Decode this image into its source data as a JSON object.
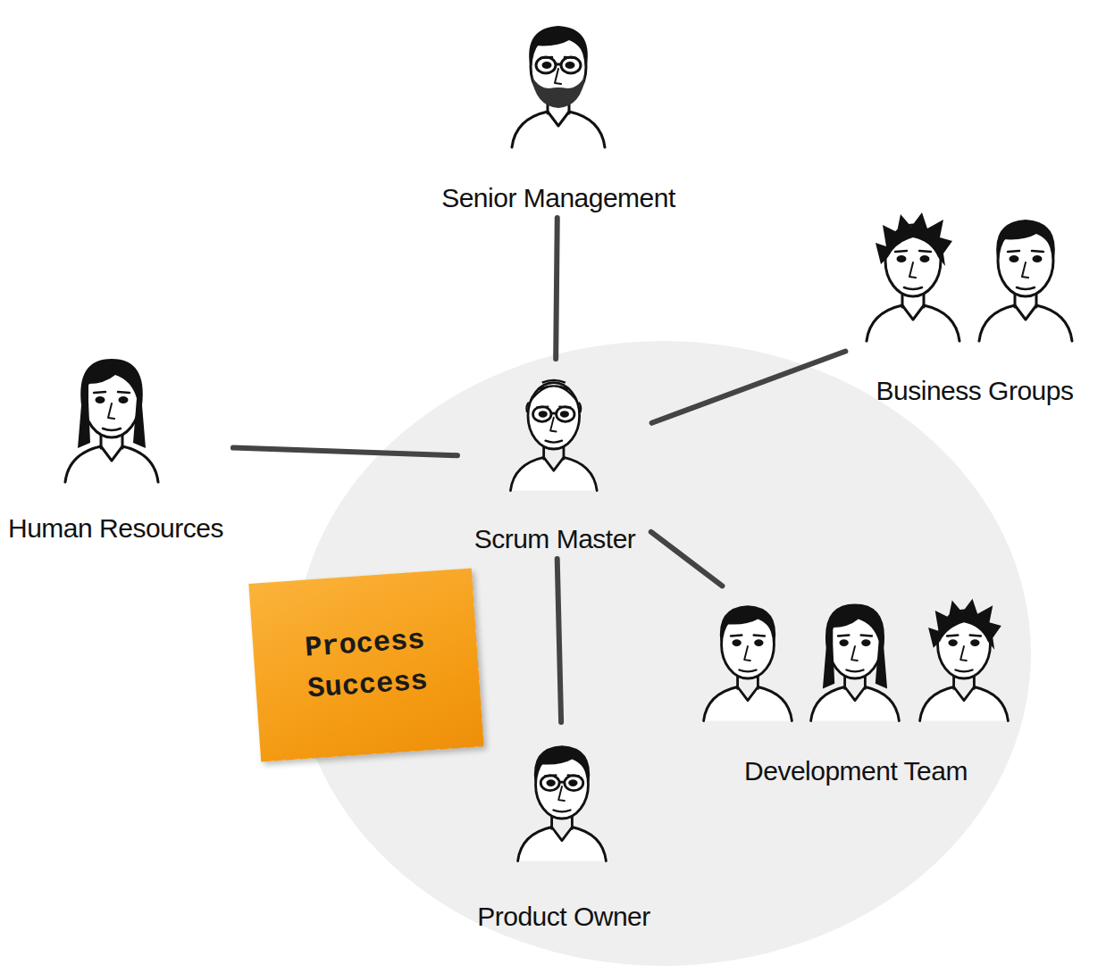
{
  "diagram": {
    "nodes": [
      {
        "text": [
          "Senior Management"
        ]
      },
      {
        "text": [
          "Business Groups"
        ]
      },
      {
        "text": [
          "Human Resources"
        ]
      },
      {
        "text": [
          "Scrum Master"
        ]
      },
      {
        "text": [
          "Process Success"
        ]
      },
      {
        "text": [
          "Development Team"
        ]
      },
      {
        "text": [
          "Product Owner"
        ]
      }
    ],
    "edges": [
      {
        "from": 3,
        "to": 0,
        "arrow": "none"
      },
      {
        "from": 3,
        "to": 1,
        "arrow": "none"
      },
      {
        "from": 3,
        "to": 2,
        "arrow": "none"
      },
      {
        "from": 3,
        "to": 5,
        "arrow": "none"
      },
      {
        "from": 3,
        "to": 6,
        "arrow": "none"
      }
    ]
  }
}
